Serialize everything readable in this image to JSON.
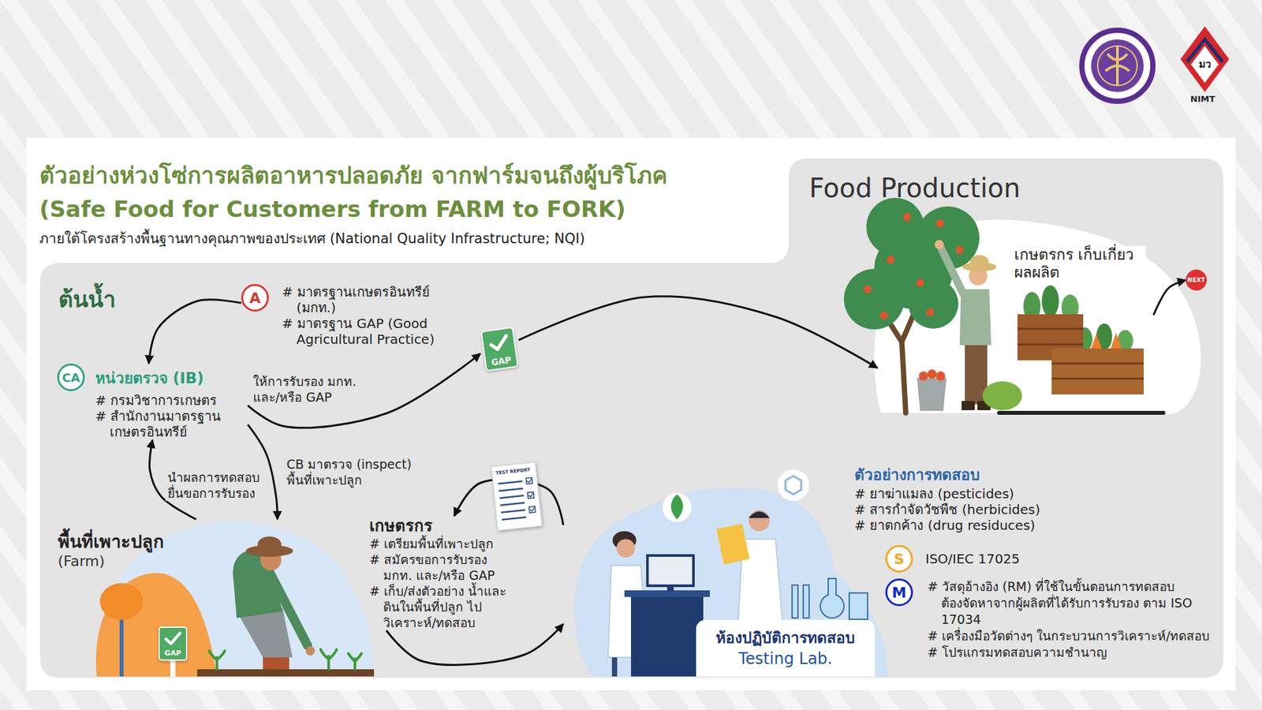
{
  "diagram": {
    "title": "ตัวอย่างห่วงโซ่การผลิตอาหารปลอดภัย จากฟาร์มจนถึงผู้บริโภค",
    "nodes": [
      {
        "text": [
          "A",
          "# มาตรฐานเกษตรอินทรีย์ (มกท.)",
          "# มาตรฐาน GAP (Good Agricultural Practice)"
        ]
      },
      {
        "text": [
          "CA",
          "หน่วยตรวจ (IB)",
          "# กรมวิชาการเกษตร",
          "# สำนักงานมาตรฐานเกษตรอินทรีย์"
        ]
      },
      {
        "text": [
          "GAP"
        ]
      },
      {
        "text": [
          "Food Production"
        ]
      },
      {
        "text": [
          "เกษตรกร เก็บเกี่ยวผลผลิต"
        ],
        "in": 3
      },
      {
        "text": [
          "NEXT"
        ],
        "in": 3
      },
      {
        "text": [
          "พื้นที่เพาะปลูก",
          "(Farm)"
        ]
      },
      {
        "text": [
          "GAP"
        ],
        "in": 6
      },
      {
        "text": [
          "เกษตรกร",
          "# เตรียมพื้นที่เพาะปลูก",
          "# สมัครขอการรับรอง มกท. และ/หรือ GAP",
          "# เก็บ/ส่งตัวอย่าง น้ำและดินในพื้นที่ปลูก ไปวิเคราะห์/ทดสอบ"
        ]
      },
      {
        "text": [
          "ห้องปฏิบัติการทดสอบ",
          "Testing Lab."
        ]
      },
      {
        "text": [
          "TEST REPORT"
        ]
      },
      {
        "text": [
          "S",
          "ISO/IEC 17025"
        ]
      },
      {
        "text": [
          "M",
          "# วัสดุอ้างอิง (RM) ที่ใช้ในขั้นตอนการทดสอบ ต้องจัดหาจากผู้ผลิตที่ได้รับการรับรอง ตาม ISO 17034",
          "# เครื่องมือวัดต่างๆ ในกระบวนการวิเคราะห์/ทดสอบ",
          "# โปรแกรมทดสอบความชำนาญ"
        ]
      }
    ],
    "edges": [
      {
        "from": 0,
        "to": 1,
        "arrow": "to"
      },
      {
        "from": 1,
        "to": 2,
        "label": "ให้การรับรอง มกท. และ/หรือ GAP",
        "arrow": "to"
      },
      {
        "from": 2,
        "to": 4,
        "arrow": "to"
      },
      {
        "from": 1,
        "to": 6,
        "label": "CB มาตรวจ (inspect) พื้นที่เพาะปลูก",
        "arrow": "to"
      },
      {
        "from": 6,
        "to": 1,
        "label": "นำผลการทดสอบ ยื่นขอการรับรอง",
        "arrow": "to"
      },
      {
        "from": 8,
        "to": 9,
        "arrow": "to"
      },
      {
        "from": 9,
        "to": 8,
        "arrow": "to"
      },
      {
        "from": 4,
        "to": 5,
        "arrow": "to"
      }
    ],
    "labels": [
      "(Safe Food for Customers from FARM to FORK)",
      "ภายใต้โครงสร้างพื้นฐานทางคุณภาพของประเทศ (National Quality Infrastructure; NQI)",
      "ต้นน้ำ",
      "ตัวอย่างการทดสอบ",
      "# ยาฆ่าแมลง (pesticides)",
      "# สารกำจัดวัชพืช (herbicides)",
      "# ยาตกค้าง (drug residuces)",
      "มว",
      "NIMT"
    ]
  }
}
